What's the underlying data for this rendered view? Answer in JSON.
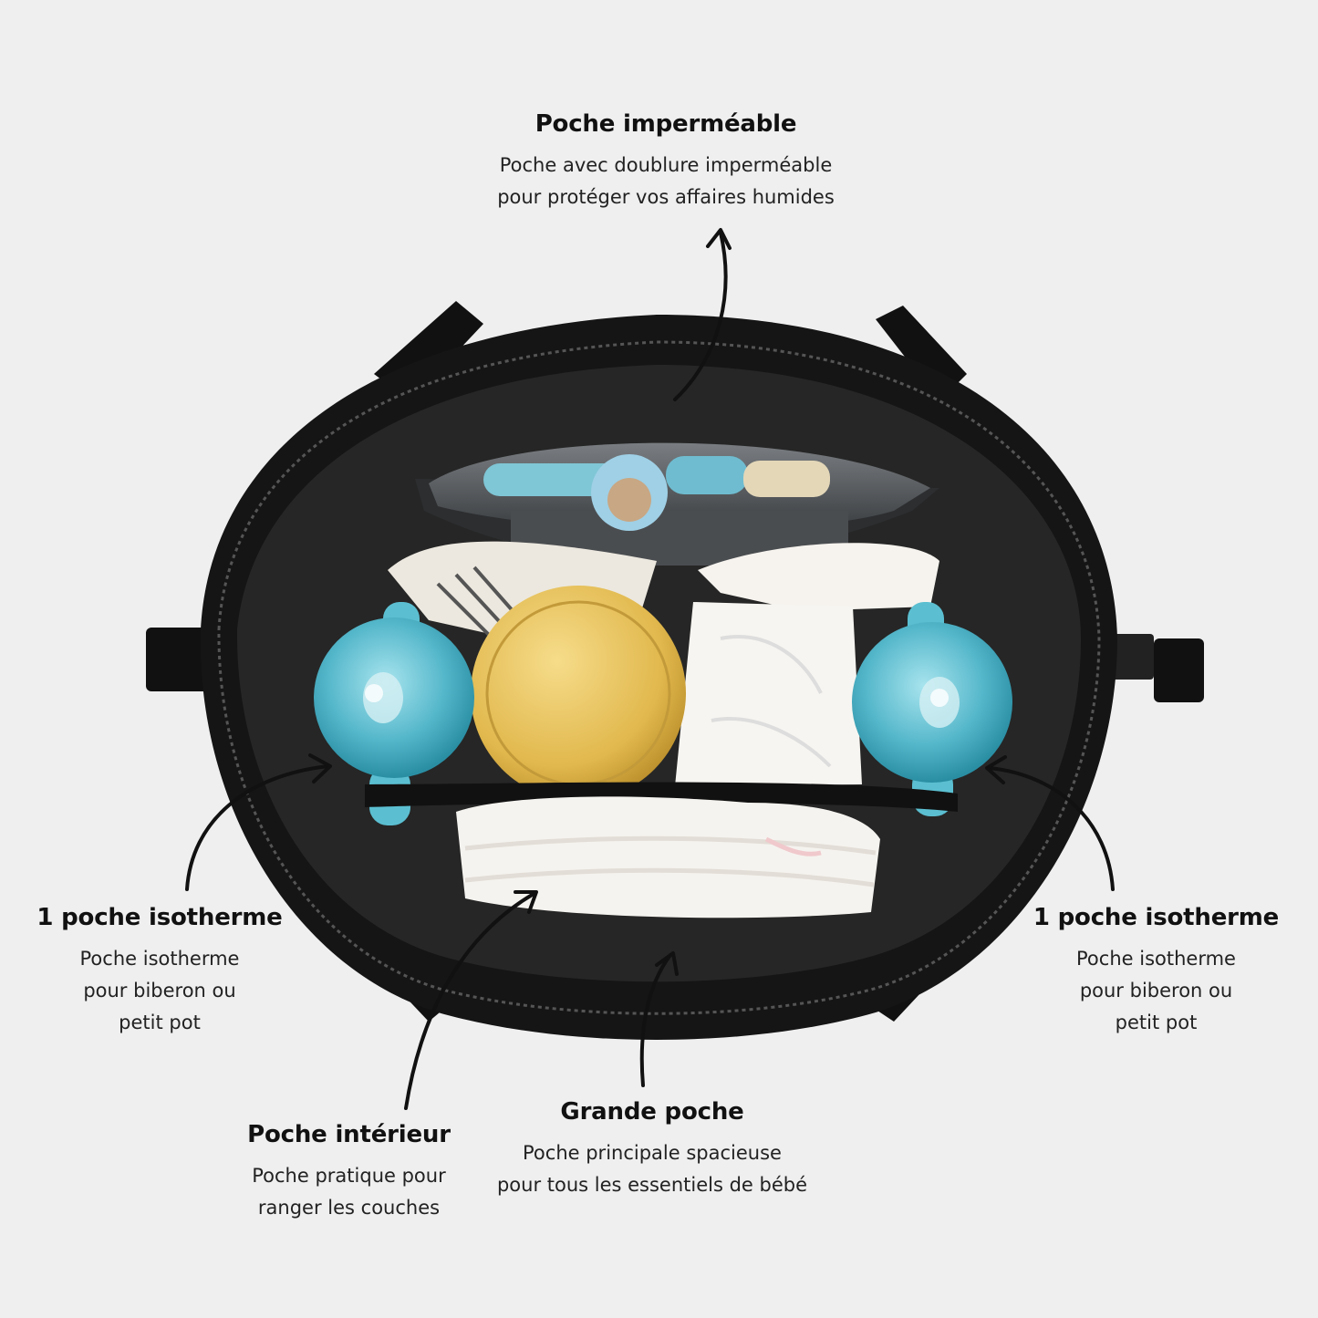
{
  "callouts": {
    "waterproof": {
      "title": "Poche imperméable",
      "lines": [
        "Poche avec doublure imperméable",
        "pour protéger vos affaires humides"
      ]
    },
    "insulated_left": {
      "title": "1 poche isotherme",
      "lines": [
        "Poche isotherme",
        "pour biberon ou",
        "petit pot"
      ]
    },
    "insulated_right": {
      "title": "1 poche isotherme",
      "lines": [
        "Poche isotherme",
        "pour biberon ou",
        "petit pot"
      ]
    },
    "interior": {
      "title": "Poche intérieur",
      "lines": [
        "Poche pratique pour",
        "ranger les couches"
      ]
    },
    "main": {
      "title": "Grande poche",
      "lines": [
        "Poche principale spacieuse",
        "pour tous les essentiels de bébé"
      ]
    }
  },
  "colors": {
    "background": "#efefef",
    "bag": "#151515",
    "bag_lining": "#2a2a2a",
    "pocket_grey": "#5a5d60",
    "bottle_blue": "#4fb3c7",
    "lid_gold": "#e0b94a",
    "diaper_white": "#f4f2ee"
  }
}
